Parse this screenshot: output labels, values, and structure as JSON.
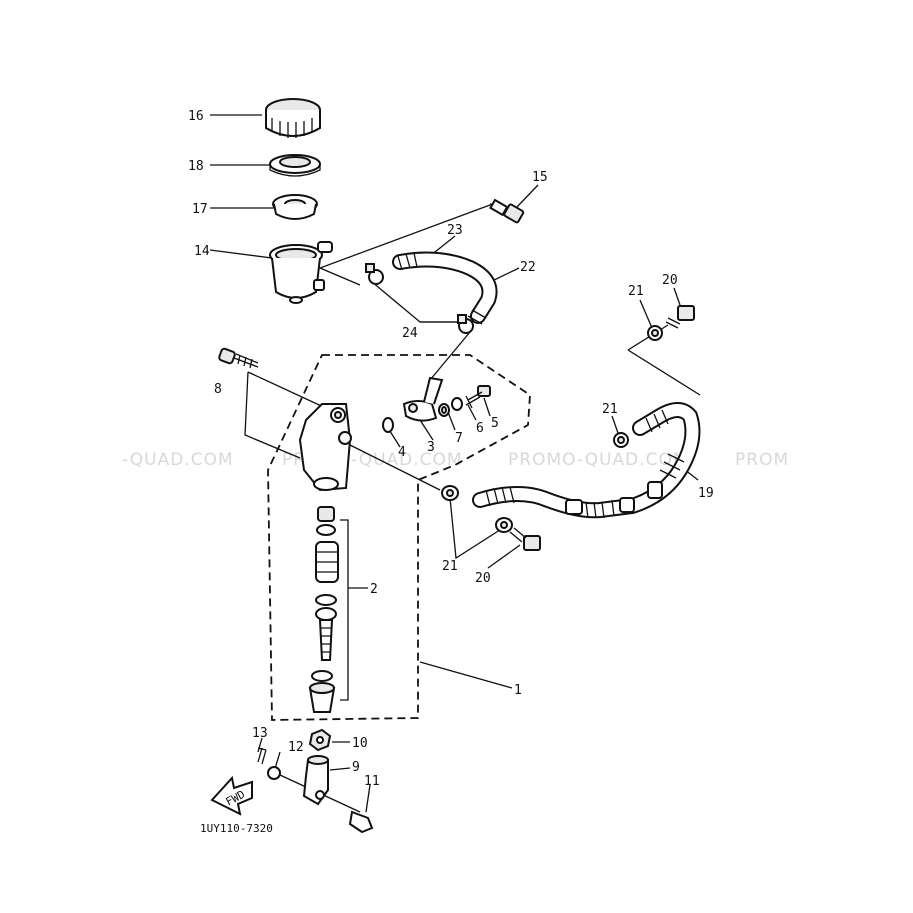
{
  "watermark": {
    "left": "-QUAD.COM",
    "mid1": "PROMO-QUAD.COM",
    "mid2": "PROMO-QUAD.COM",
    "right": "PROM"
  },
  "diagram_code": "1UY110-7320",
  "fwd_label": "FWD",
  "callouts": {
    "c1": "1",
    "c2": "2",
    "c3": "3",
    "c4": "4",
    "c5": "5",
    "c6": "6",
    "c7": "7",
    "c8": "8",
    "c9": "9",
    "c10": "10",
    "c11": "11",
    "c12": "12",
    "c13": "13",
    "c14": "14",
    "c15": "15",
    "c16": "16",
    "c17": "17",
    "c18": "18",
    "c19": "19",
    "c20a": "20",
    "c20b": "20",
    "c21a": "21",
    "c21b": "21",
    "c21c": "21",
    "c22": "22",
    "c23": "23",
    "c24": "24"
  }
}
